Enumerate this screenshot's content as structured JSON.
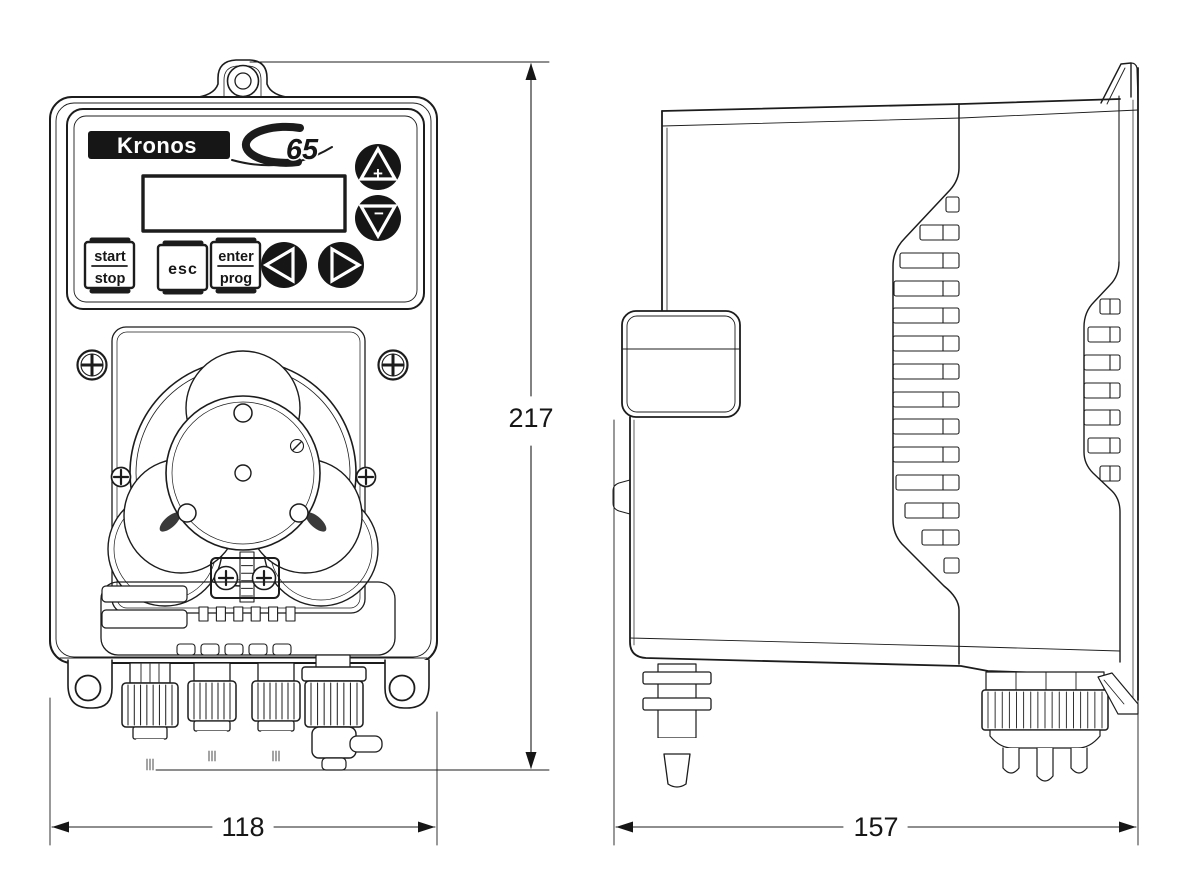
{
  "panel": {
    "brand": "Kronos",
    "model": "65",
    "buttons": {
      "start_stop": {
        "line1": "start",
        "line2": "stop"
      },
      "esc": "esc",
      "enter_prog": {
        "line1": "enter",
        "line2": "prog"
      },
      "increase": "+",
      "decrease": "−"
    }
  },
  "dimensions": {
    "height": "217",
    "width": "118",
    "depth": "157"
  }
}
